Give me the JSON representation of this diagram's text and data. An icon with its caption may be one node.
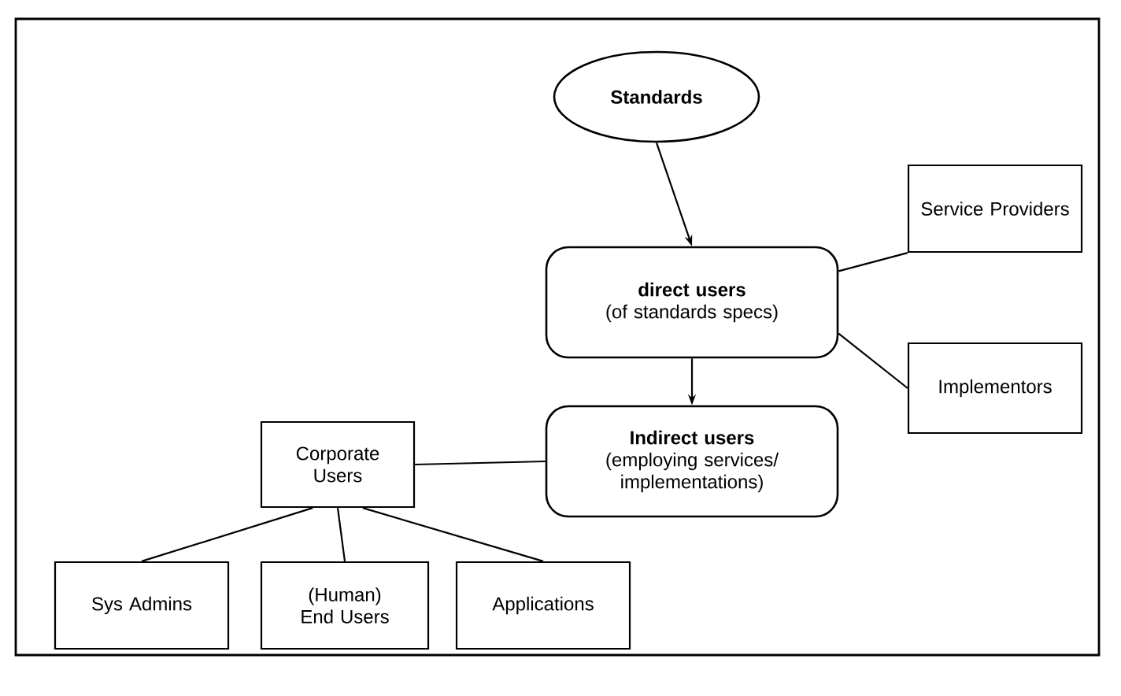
{
  "diagram": {
    "nodes": [
      {
        "text": [
          "Standards"
        ]
      },
      {
        "text": [
          "direct users",
          "(of standards specs)"
        ]
      },
      {
        "text": [
          "Service Providers"
        ]
      },
      {
        "text": [
          "Implementors"
        ]
      },
      {
        "text": [
          "Indirect users",
          "(employing services/ implementations)"
        ]
      },
      {
        "text": [
          "Corporate Users"
        ]
      },
      {
        "text": [
          "Sys Admins"
        ]
      },
      {
        "text": [
          "(Human) End Users"
        ]
      },
      {
        "text": [
          "Applications"
        ]
      }
    ],
    "edges": [
      {
        "from": 0,
        "to": 1,
        "arrow": "to"
      },
      {
        "from": 1,
        "to": 2,
        "arrow": "none"
      },
      {
        "from": 1,
        "to": 3,
        "arrow": "none"
      },
      {
        "from": 1,
        "to": 4,
        "arrow": "to"
      },
      {
        "from": 4,
        "to": 5,
        "arrow": "none"
      },
      {
        "from": 5,
        "to": 6,
        "arrow": "none"
      },
      {
        "from": 5,
        "to": 7,
        "arrow": "none"
      },
      {
        "from": 5,
        "to": 8,
        "arrow": "none"
      }
    ]
  }
}
